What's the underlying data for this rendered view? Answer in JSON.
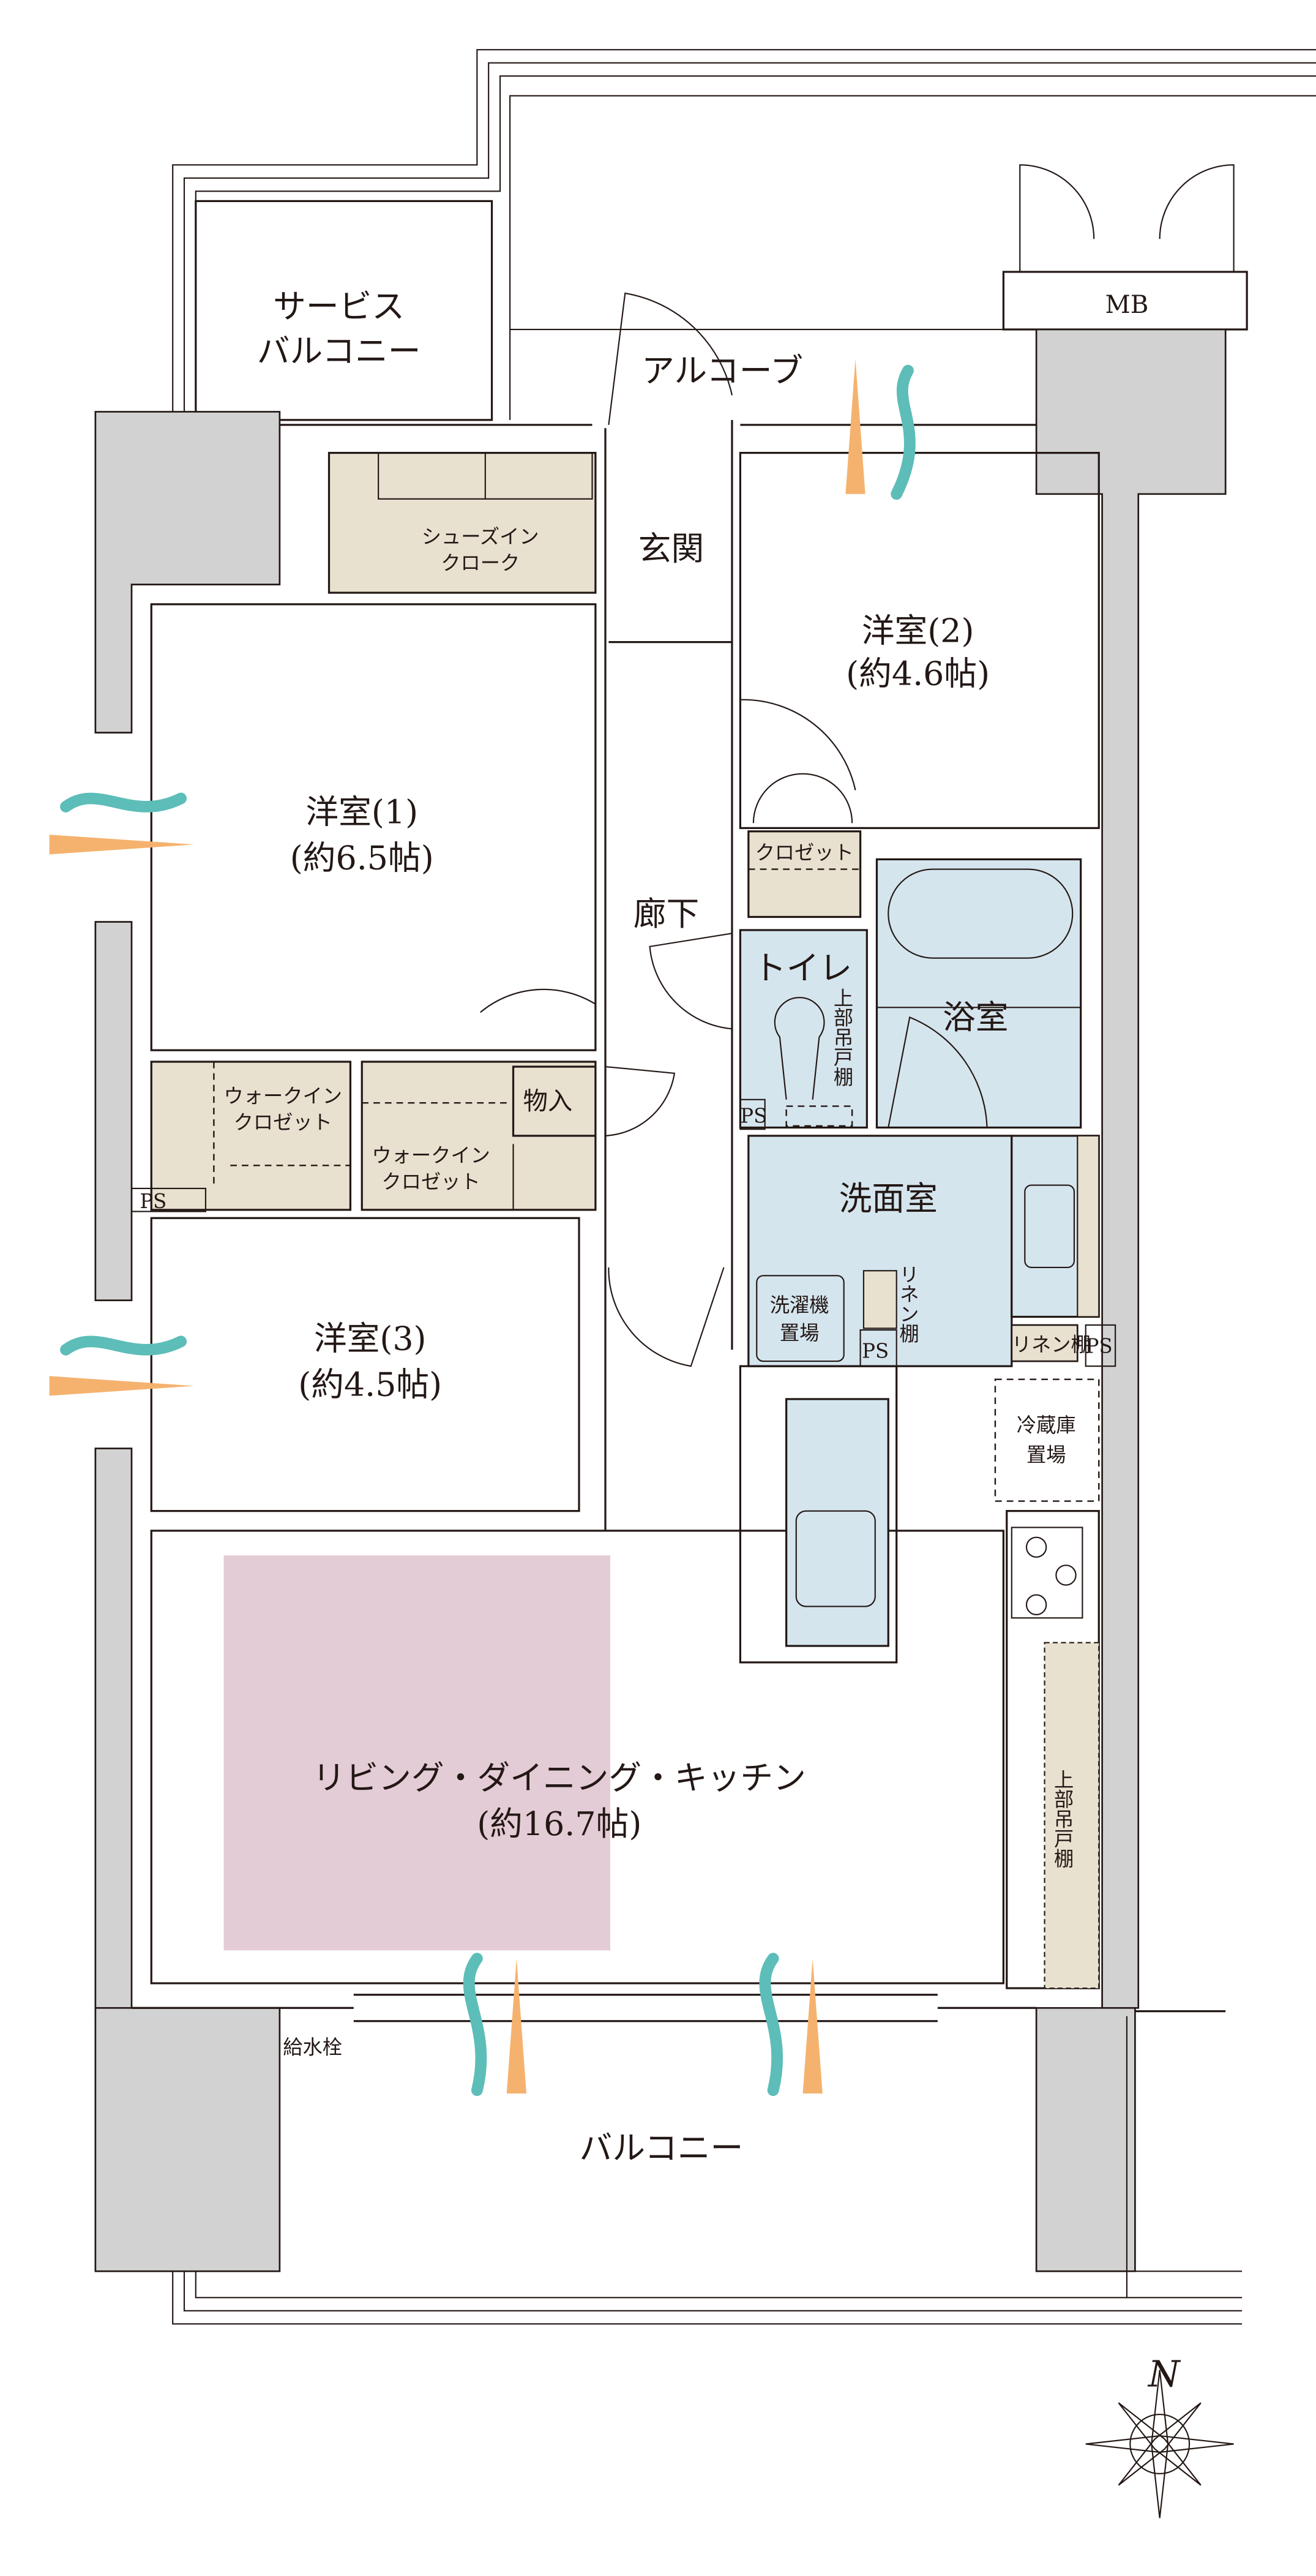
{
  "colors": {
    "wall": "#d2d2d2",
    "storage": "#e8e1cf",
    "wet_area": "#d5e5ee",
    "living_highlight": "#e4ccd6",
    "wind": "#5dbdb8",
    "light": "#f5b26e",
    "line": "#231815"
  },
  "rooms": {
    "service_balcony": [
      "サービス",
      "バルコニー"
    ],
    "alcove": "アルコーブ",
    "mb": "MB",
    "entrance": "玄関",
    "shoes_in_cloak": [
      "シューズイン",
      "クローク"
    ],
    "western1": [
      "洋室(1)",
      "(約6.5帖)"
    ],
    "western2": [
      "洋室(2)",
      "(約4.6帖)"
    ],
    "western3": [
      "洋室(3)",
      "(約4.5帖)"
    ],
    "closet": "クロゼット",
    "hallway": "廊下",
    "toilet": "トイレ",
    "toilet_upper_cabinet": "上部吊戸棚",
    "bathroom": "浴室",
    "washroom": "洗面室",
    "washing_machine": [
      "洗濯機",
      "置場"
    ],
    "linen_shelf_v": "リネン棚",
    "linen_shelf_h": "リネン棚",
    "wic1": [
      "ウォークイン",
      "クロゼット"
    ],
    "wic2": [
      "ウォークイン",
      "クロゼット"
    ],
    "storage": "物入",
    "fridge": [
      "冷蔵庫",
      "置場"
    ],
    "kitchen_upper_cabinet": "上部吊戸棚",
    "ldk": [
      "リビング・ダイニング・キッチン",
      "(約16.7帖)"
    ],
    "water_tap": "給水栓",
    "balcony": "バルコニー",
    "ps": [
      "PS",
      "PS",
      "PS",
      "PS"
    ]
  },
  "compass": {
    "north": "N"
  },
  "icons": [
    "wind-icon",
    "sunlight-icon",
    "compass-icon"
  ]
}
